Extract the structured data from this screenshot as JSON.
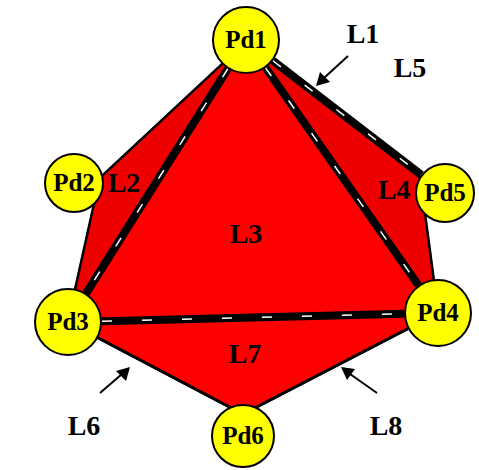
{
  "diagram": {
    "nodes": [
      {
        "text": [
          "Pd1"
        ]
      },
      {
        "text": [
          "Pd2"
        ]
      },
      {
        "text": [
          "Pd3"
        ]
      },
      {
        "text": [
          "Pd4"
        ]
      },
      {
        "text": [
          "Pd5"
        ]
      },
      {
        "text": [
          "Pd6"
        ]
      }
    ],
    "edges": [
      {
        "from": 0,
        "to": 2,
        "arrow": "none"
      },
      {
        "from": 0,
        "to": 3,
        "arrow": "none"
      },
      {
        "from": 2,
        "to": 3,
        "arrow": "none"
      },
      {
        "from": 0,
        "to": 4,
        "arrow": "none"
      }
    ],
    "labels": [
      "L1",
      "L5",
      "L2",
      "L4",
      "L3",
      "L7",
      "L6",
      "L8"
    ]
  }
}
